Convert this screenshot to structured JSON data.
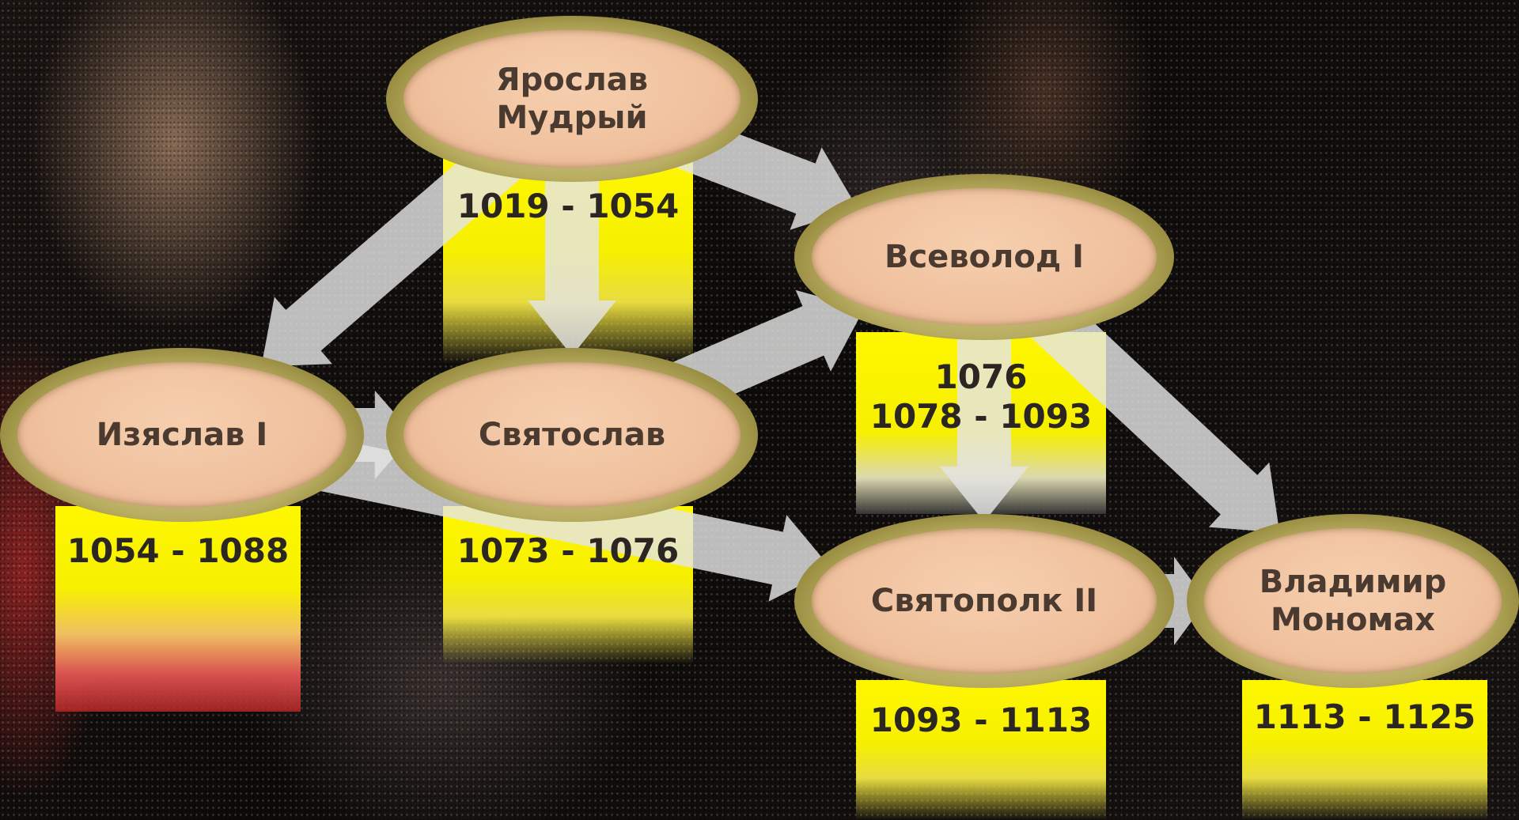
{
  "rulers": [
    {
      "id": "yaroslav",
      "name_lines": [
        "Ярослав",
        "Мудрый"
      ],
      "reign_lines": [
        "1019 - 1054"
      ]
    },
    {
      "id": "izyaslav",
      "name_lines": [
        "Изяслав I"
      ],
      "reign_lines": [
        "1054 - 1088"
      ]
    },
    {
      "id": "svyatoslav",
      "name_lines": [
        "Святослав"
      ],
      "reign_lines": [
        "1073 - 1076"
      ]
    },
    {
      "id": "vsevolod",
      "name_lines": [
        "Всеволод I"
      ],
      "reign_lines": [
        "1076",
        "1078 - 1093"
      ]
    },
    {
      "id": "svyatopolk",
      "name_lines": [
        "Святополк II"
      ],
      "reign_lines": [
        "1093 - 1113"
      ]
    },
    {
      "id": "vladimir",
      "name_lines": [
        "Владимир",
        "Мономах"
      ],
      "reign_lines": [
        "1113 - 1125"
      ]
    }
  ],
  "succession": [
    {
      "from": "yaroslav",
      "to": "izyaslav"
    },
    {
      "from": "yaroslav",
      "to": "svyatoslav"
    },
    {
      "from": "yaroslav",
      "to": "vsevolod"
    },
    {
      "from": "izyaslav",
      "to": "svyatoslav"
    },
    {
      "from": "svyatoslav",
      "to": "vsevolod"
    },
    {
      "from": "izyaslav",
      "to": "svyatopolk"
    },
    {
      "from": "vsevolod",
      "to": "svyatopolk"
    },
    {
      "from": "vsevolod",
      "to": "vladimir"
    },
    {
      "from": "svyatopolk",
      "to": "vladimir"
    }
  ],
  "colors": {
    "label_band": "#fff700",
    "oval_fill": "#f0c19e",
    "wreath": "#b9ae62",
    "arrow": "#e4e4e4",
    "text": "#2b2622"
  }
}
